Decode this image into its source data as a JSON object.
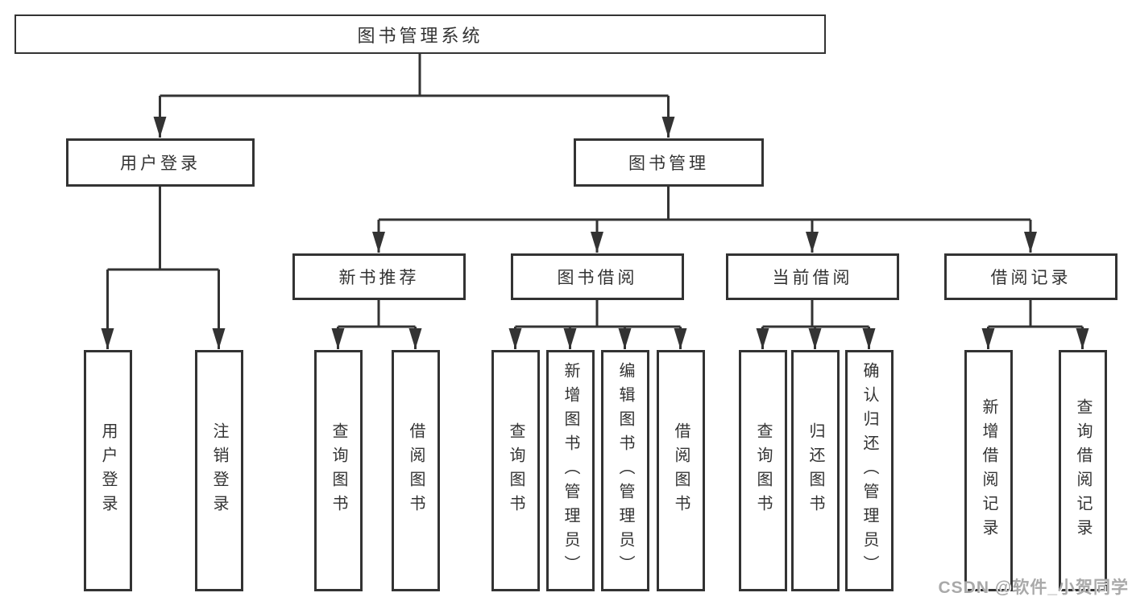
{
  "tree": {
    "root": {
      "label": "图书管理系统"
    },
    "level2": [
      {
        "label": "用户登录"
      },
      {
        "label": "图书管理"
      }
    ],
    "level3": [
      {
        "label": "新书推荐",
        "parent": "图书管理"
      },
      {
        "label": "图书借阅",
        "parent": "图书管理"
      },
      {
        "label": "当前借阅",
        "parent": "图书管理"
      },
      {
        "label": "借阅记录",
        "parent": "图书管理"
      }
    ],
    "leaves": [
      {
        "label": "用户登录",
        "parent": "用户登录"
      },
      {
        "label": "注销登录",
        "parent": "用户登录"
      },
      {
        "label": "查询图书",
        "parent": "新书推荐"
      },
      {
        "label": "借阅图书",
        "parent": "新书推荐"
      },
      {
        "label": "查询图书",
        "parent": "图书借阅"
      },
      {
        "label": "新增图书（管理员）",
        "parent": "图书借阅"
      },
      {
        "label": "编辑图书（管理员）",
        "parent": "图书借阅"
      },
      {
        "label": "借阅图书",
        "parent": "图书借阅"
      },
      {
        "label": "查询图书",
        "parent": "当前借阅"
      },
      {
        "label": "归还图书",
        "parent": "当前借阅"
      },
      {
        "label": "确认归还（管理员）",
        "parent": "当前借阅"
      },
      {
        "label": "新增借阅记录",
        "parent": "借阅记录"
      },
      {
        "label": "查询借阅记录",
        "parent": "借阅记录"
      }
    ]
  },
  "watermark": {
    "text": "CSDN @软件_小贺同学"
  },
  "colors": {
    "line": "#333333",
    "box_border": "#333333",
    "text": "#333333",
    "watermark": "#a9a9a9",
    "background": "#ffffff"
  }
}
